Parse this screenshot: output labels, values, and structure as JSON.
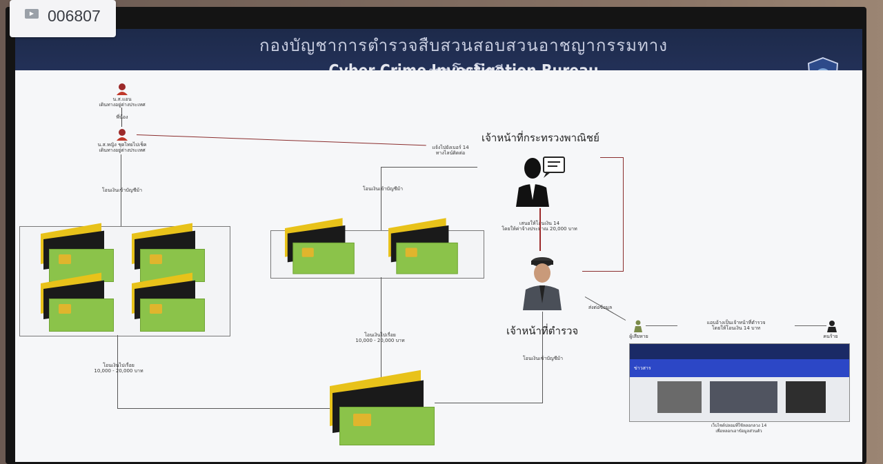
{
  "badge": {
    "icon": "video-icon",
    "number": "006807"
  },
  "header": {
    "title_th": "กองบัญชาการตำรวจสืบสวนสอบสวนอาชญากรรมทางเทคโนโลยี",
    "title_en": "Cyber Crime Investigation Bureau",
    "logo": "police-shield-logo"
  },
  "diagram": {
    "person1_label": "น.ส.แอน\nเดินทางอยู่ต่างประเทศ",
    "link_label": "พี่น้อง",
    "person2_label": "น.ส.หญิง ชุดไทยไปเช็ค\nเดินทางอยู่ต่างประเทศ",
    "transfer_label_1": "โอนเงินเข้าบัญชีม้า",
    "transfer_label_2": "โอนเงินเข้าบัญชีม้า",
    "transfer_label_3": "โอนเงินเข้าบัญชีม้า",
    "contact_label": "แจ้งไปยังเบอร์ 14\nทางไลน์ติดต่อ",
    "ministry_title": "เจ้าหน้าที่กระทรวงพาณิชย์",
    "ministry_note": "เสนอให้โอนเงิน 14\nโดยให้ค่าจ้างประมาณ 20,000 บาท",
    "police_title": "เจ้าหน้าที่ตำรวจ",
    "amount_left": "โอนเงินไปเรื่อย\n10,000 - 20,000 บาท",
    "amount_mid": "โอนเงินไปเรื่อย\n10,000 - 20,000 บาท",
    "forward_label": "ส่งต่อข้อมูล",
    "victim_label": "ผู้เสียหาย",
    "scammer_label": "คนร้าย",
    "right_link_label": "แอบอ้างเป็นเจ้าหน้าที่ตำรวจ\nโดยให้โอนเงิน 14 บาท",
    "website_caption": "เว็บไซต์ปลอมที่ใช้หลอกลวง 14\nเพื่อหลอกเอาข้อมูลส่วนตัว",
    "website_nav": "ข่าวสาร"
  }
}
